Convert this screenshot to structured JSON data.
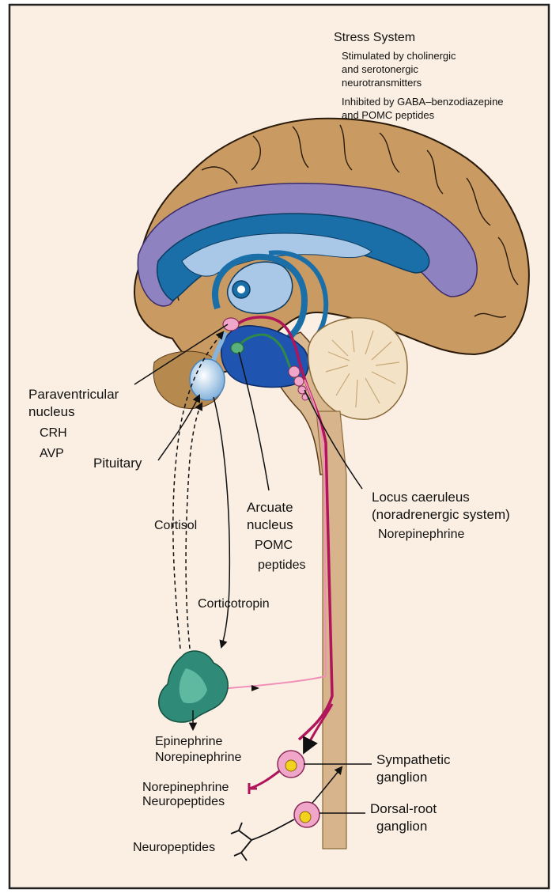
{
  "stress_system": {
    "title": "Stress System",
    "stimulated_line1": "Stimulated by cholinergic",
    "stimulated_line2": "and serotonergic",
    "stimulated_line3": "neurotransmitters",
    "inhibited_line1": "Inhibited by GABA–benzodiazepine",
    "inhibited_line2": "and POMC peptides"
  },
  "labels": {
    "paraventricular_line1": "Paraventricular",
    "paraventricular_line2": "nucleus",
    "crh": "CRH",
    "avp": "AVP",
    "pituitary": "Pituitary",
    "cortisol": "Cortisol",
    "arcuate_line1": "Arcuate",
    "arcuate_line2": "nucleus",
    "arcuate_line3": "POMC",
    "arcuate_line4": "peptides",
    "corticotropin": "Corticotropin",
    "locus_line1": "Locus caeruleus",
    "locus_line2": "(noradrenergic system)",
    "locus_line3": "Norepinephrine",
    "epinephrine": "Epinephrine",
    "norepinephrine_adrenal": "Norepinephrine",
    "norepinephrine_peripheral": "Norepinephrine",
    "neuropeptides_peripheral": "Neuropeptides",
    "sympathetic_line1": "Sympathetic",
    "sympathetic_line2": "ganglion",
    "dorsal_line1": "Dorsal-root",
    "dorsal_line2": "ganglion",
    "neuropeptides_sensory": "Neuropeptides"
  },
  "colors": {
    "background": "#fbefe3",
    "cortex": "#c99a62",
    "cortex_outline": "#2a1a0a",
    "limbic": "#8f82c0",
    "ventricle_light": "#a9c8e8",
    "blue_structure": "#1a6fa8",
    "hypothalamus": "#1f55b0",
    "pituitary": "#9fc6e6",
    "brainstem": "#d9b890",
    "cerebellum": "#f3e2c6",
    "spinal_cord": "#d7b48c",
    "adrenal": "#2f8a78",
    "magenta_pathway": "#b0145a",
    "pink_pathway": "#f090b8",
    "green_pathway": "#2f8a48",
    "ganglion_pink": "#f0a6c8",
    "ganglion_core": "#f2d21a"
  }
}
